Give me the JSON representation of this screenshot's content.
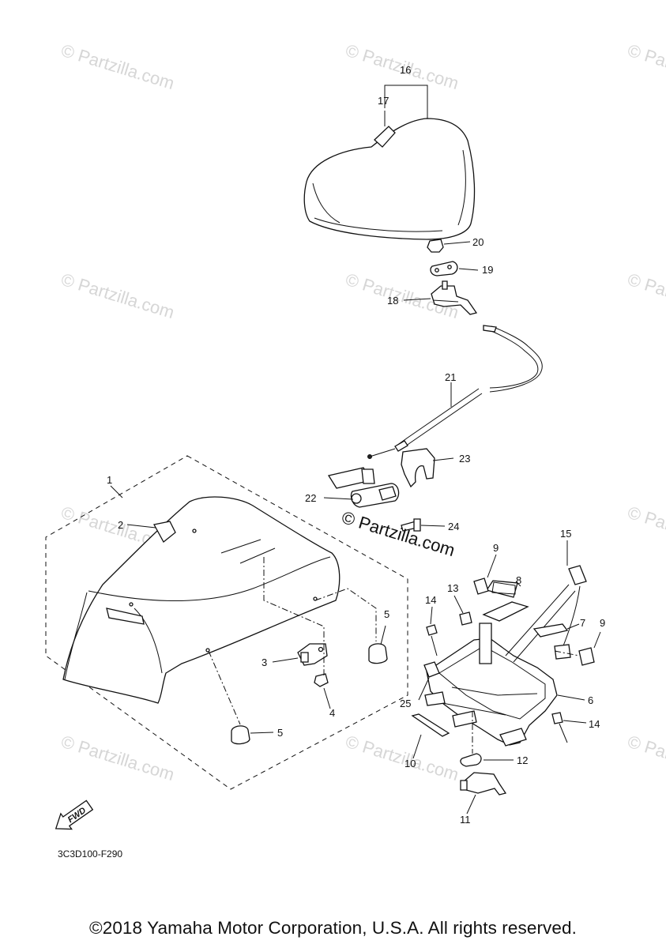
{
  "watermark": {
    "text": "© Partzilla.com"
  },
  "center_watermark": {
    "text": "© Partzilla.com"
  },
  "callouts": {
    "c1": "1",
    "c2": "2",
    "c3": "3",
    "c4": "4",
    "c5a": "5",
    "c5b": "5",
    "c6": "6",
    "c7": "7",
    "c8": "8",
    "c9a": "9",
    "c9b": "9",
    "c10": "10",
    "c11": "11",
    "c12": "12",
    "c13": "13",
    "c14a": "14",
    "c14b": "14",
    "c15": "15",
    "c16": "16",
    "c17": "17",
    "c18": "18",
    "c19": "19",
    "c20": "20",
    "c21": "21",
    "c22": "22",
    "c23": "23",
    "c24": "24",
    "c25": "25"
  },
  "fwd_label": "FWD",
  "drawing_code": "3C3D100-F290",
  "copyright": "©2018 Yamaha Motor Corporation, U.S.A. All rights reserved."
}
